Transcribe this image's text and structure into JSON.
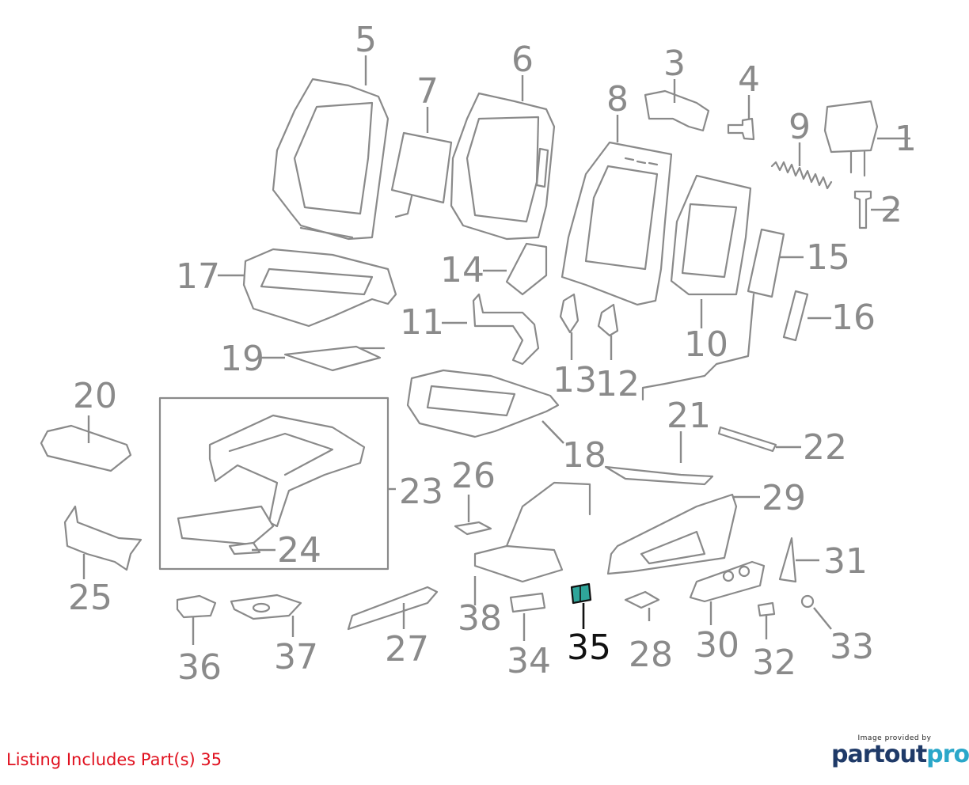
{
  "callouts": [
    "1",
    "2",
    "3",
    "4",
    "5",
    "6",
    "7",
    "8",
    "9",
    "10",
    "11",
    "12",
    "13",
    "14",
    "15",
    "16",
    "17",
    "18",
    "19",
    "20",
    "21",
    "22",
    "23",
    "24",
    "25",
    "26",
    "27",
    "28",
    "29",
    "30",
    "31",
    "32",
    "33",
    "34",
    "35",
    "36",
    "37",
    "38"
  ],
  "highlight": {
    "part": "35",
    "fill": "#2fa59a",
    "label_color": "#111111"
  },
  "colors": {
    "line": "#8a8a8a",
    "listing_text": "#e0101e",
    "brand_dark": "#1f3a68",
    "brand_light": "#2aa7c9"
  },
  "footer": {
    "listing": "Listing Includes Part(s) 35",
    "credit_small": "Image provided by",
    "brand_part": "partout",
    "brand_pro": "pro"
  }
}
